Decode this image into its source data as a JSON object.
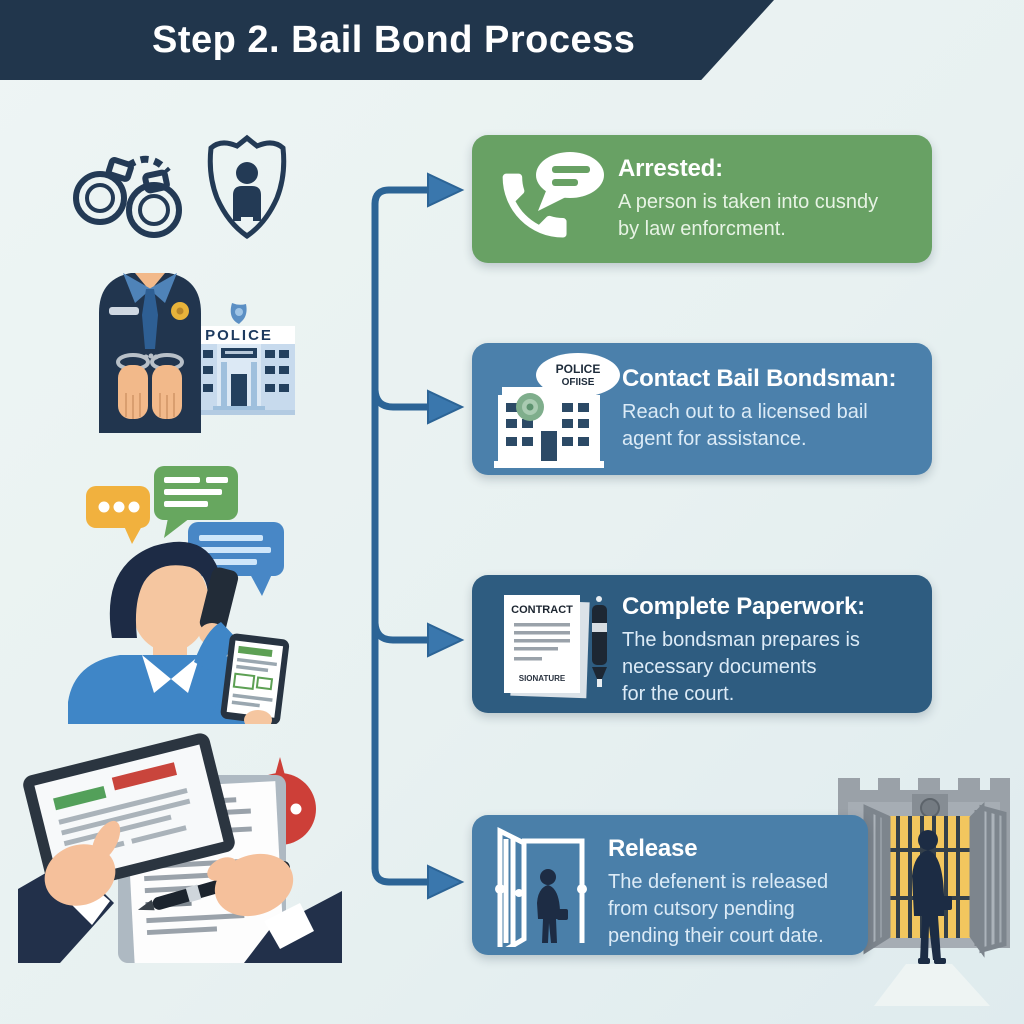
{
  "title": "Step 2. Bail Bond Process",
  "colors": {
    "background": "#e9f2f1",
    "banner": "#21364c",
    "connector": "#2c6496",
    "step1": "#68a164",
    "step2": "#4b80ab",
    "step3": "#2e5c80",
    "step4": "#4a7fa9"
  },
  "steps": [
    {
      "heading": "Arrested:",
      "lines": [
        "A person is taken into cusndy",
        "by law enforcment."
      ],
      "icon": "phone-call-icon",
      "color": "#68a164"
    },
    {
      "heading": "Contact Bail Bondsman:",
      "lines": [
        "Reach out to a licensed bail",
        "agent for assistance."
      ],
      "icon": "police-station-icon",
      "color": "#4b80ab"
    },
    {
      "heading": "Complete Paperwork:",
      "lines": [
        "The bondsman prepares is",
        "necessary documents",
        "for the court."
      ],
      "icon": "contract-pen-icon",
      "color": "#2e5c80"
    },
    {
      "heading": "Release",
      "lines": [
        "The defenent is released",
        "from cutsory pending",
        "pending their court date."
      ],
      "icon": "open-door-icon",
      "color": "#4a7fa9"
    }
  ],
  "illustrations": {
    "police_station_sign": "POLICE",
    "office_bubble_line1": "POLICE",
    "office_bubble_line2": "OFIISE",
    "contract_title": "CONTRACT",
    "contract_signature": "SIONATURE"
  }
}
